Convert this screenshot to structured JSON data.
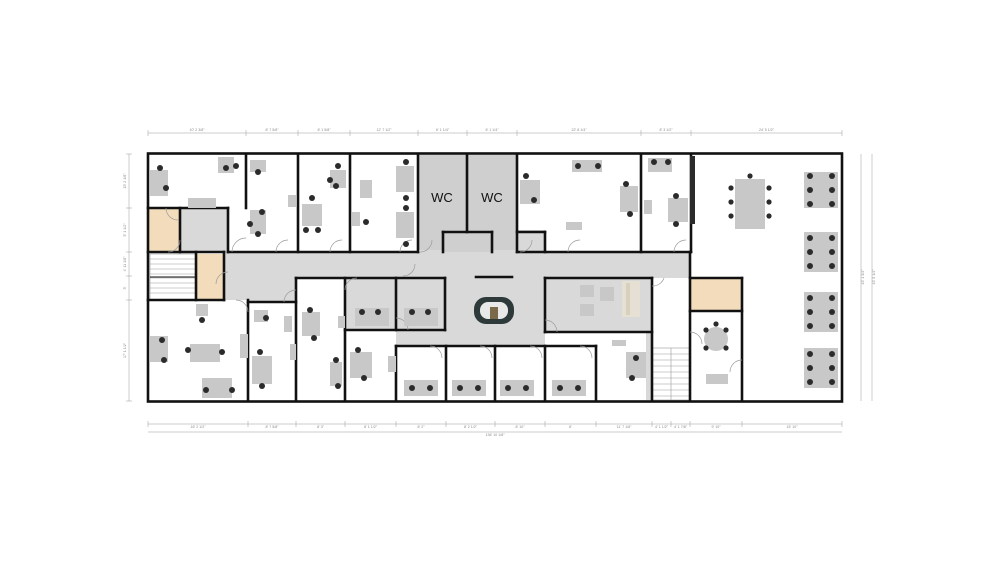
{
  "plan": {
    "room_labels": {
      "wc_1": "WC",
      "wc_2": "WC"
    },
    "dimensions_top": [
      "10' 2 3/8\"",
      "8' 7 5/8\"",
      "8' 1 5/8\"",
      "12' 7 1/2\"",
      "6' 1 1/4\"",
      "6' 1 1/4\"",
      "22' 8 1/4\"",
      "8' 3 1/2\"",
      "24' 5 1/2\""
    ],
    "dimensions_bottom": [
      "16' 2 1/2\"",
      "8' 7 5/8\"",
      "8' 3\"",
      "8' 1 1/2\"",
      "8' 2\"",
      "8' 2 1/2\"",
      "8' 10\"",
      "8'",
      "11' 7 1/8\"",
      "4' 1 1/2\"",
      "4' 1 7/8\"",
      "9' 10\"",
      "15' 10\""
    ],
    "dimension_overall_bottom": "136' 10 1/8\"",
    "dimensions_left": [
      "15' 2 1/8\"",
      "5' 1 1/2\"",
      "4' 11 1/8\"",
      "5'",
      "17' 1 1/2\""
    ],
    "dimensions_right": [
      "43' 1 3/4\"",
      "43' 5 1/4\""
    ],
    "colors": {
      "wall": "#111111",
      "corridor": "#d9d9d9",
      "wc_fill": "#cfcfcf",
      "accent_room": "#f3dcbc",
      "furniture": "#c8c8c8",
      "chair": "#2b2b2b",
      "dimension_line": "#9a9a9a"
    }
  }
}
